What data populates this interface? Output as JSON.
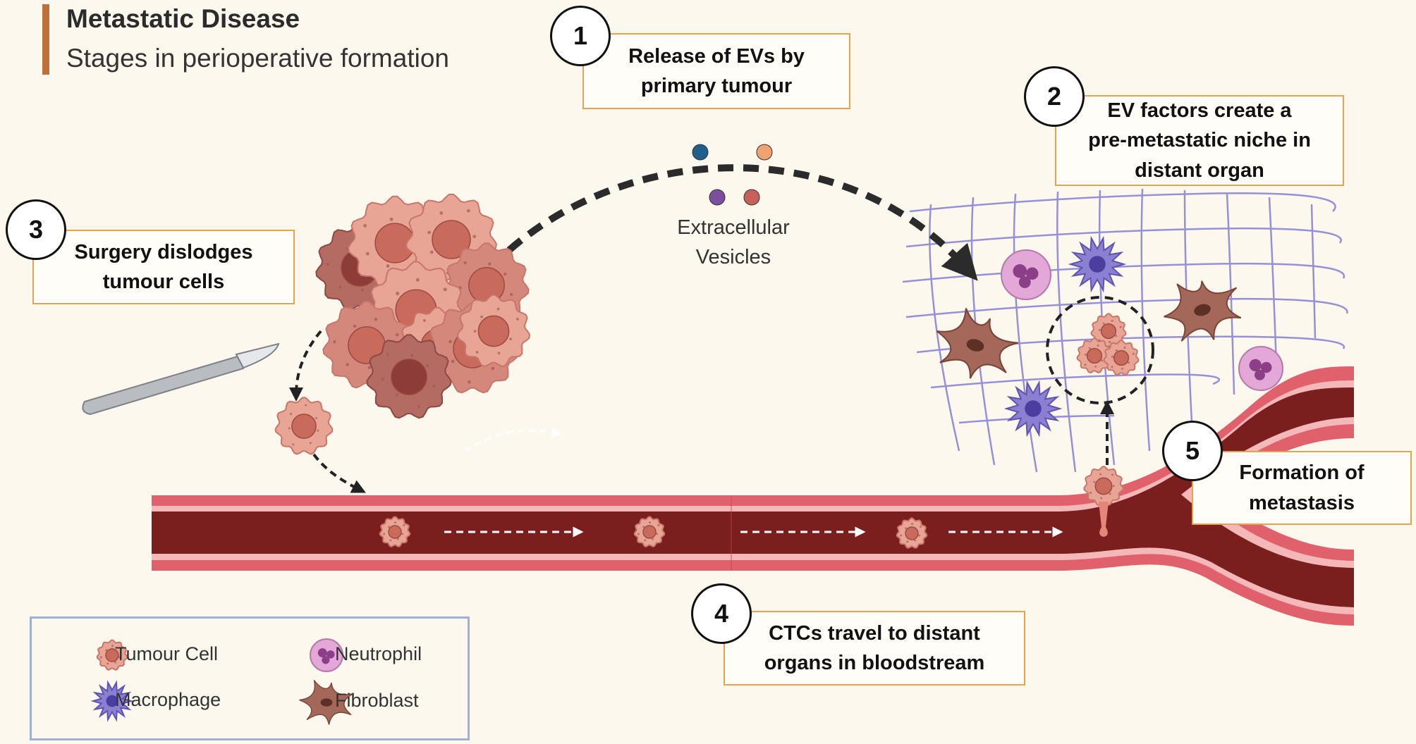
{
  "header": {
    "title": "Metastatic Disease",
    "subtitle": "Stages in perioperative formation"
  },
  "steps": [
    {
      "number": "1",
      "line1": "Release of EVs by",
      "line2": "primary tumour",
      "line3": ""
    },
    {
      "number": "2",
      "line1": "EV factors create a",
      "line2": "pre-metastatic niche in",
      "line3": "distant organ"
    },
    {
      "number": "3",
      "line1": "Surgery dislodges",
      "line2": "tumour cells",
      "line3": ""
    },
    {
      "number": "4",
      "line1": "CTCs travel to distant",
      "line2": "organs in bloodstream",
      "line3": ""
    },
    {
      "number": "5",
      "line1": "Formation of",
      "line2": "metastasis",
      "line3": ""
    }
  ],
  "vesicles": {
    "label_line1": "Extracellular",
    "label_line2": "Vesicles",
    "colors": [
      "#1f5f8b",
      "#f0a36e",
      "#7b4e9e",
      "#c9605b"
    ]
  },
  "legend": {
    "items": [
      {
        "label": "Tumour Cell",
        "icon": "tumour-cell-icon"
      },
      {
        "label": "Neutrophil",
        "icon": "neutrophil-icon"
      },
      {
        "label": "Macrophage",
        "icon": "macrophage-icon"
      },
      {
        "label": "Fibroblast",
        "icon": "fibroblast-icon"
      }
    ]
  },
  "colors": {
    "accent_bar": "#c0703a",
    "box_border": "#e7a24d",
    "vessel_outer": "#e0606c",
    "vessel_inner": "#7a1e1e",
    "tumour_light": "#e8a596",
    "tumour_dark": "#a65a52",
    "macrophage": "#8a7fd1",
    "neutrophil": "#e3a8d8",
    "fibroblast": "#a3685a",
    "mesh": "#8a85d6",
    "legend_border": "#9db0d8"
  }
}
